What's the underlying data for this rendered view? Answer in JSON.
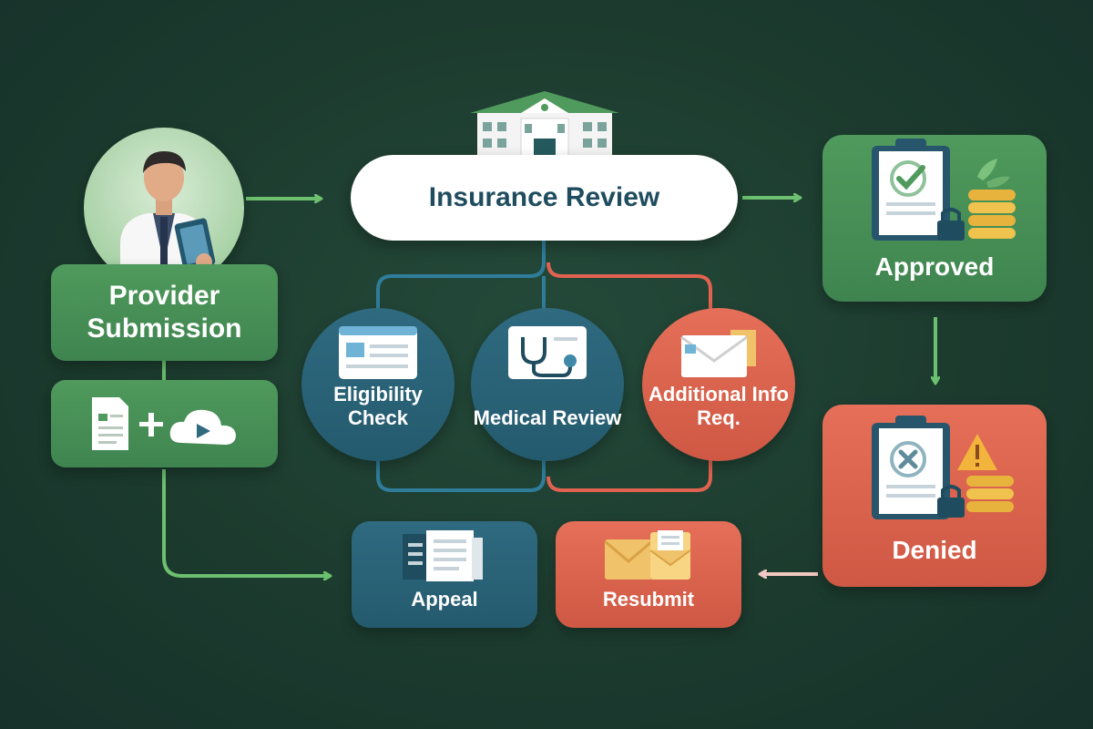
{
  "diagram": {
    "nodes": {
      "provider_submission": {
        "label": "Provider Submission"
      },
      "insurance_review": {
        "label": "Insurance Review"
      },
      "eligibility_check": {
        "label": "Eligibility Check"
      },
      "medical_review": {
        "label": "Medical Review"
      },
      "additional_info": {
        "label": "Additional Info Req."
      },
      "approved": {
        "label": "Approved"
      },
      "denied": {
        "label": "Denied"
      },
      "appeal": {
        "label": "Appeal"
      },
      "resubmit": {
        "label": "Resubmit"
      }
    },
    "edges": [
      {
        "from": "provider_submission",
        "to": "insurance_review"
      },
      {
        "from": "insurance_review",
        "to": "approved"
      },
      {
        "from": "approved",
        "to": "denied"
      },
      {
        "from": "denied",
        "to": "resubmit"
      },
      {
        "from": "provider_submission",
        "to": "appeal"
      },
      {
        "from": "insurance_review",
        "to": "eligibility_check"
      },
      {
        "from": "insurance_review",
        "to": "medical_review"
      },
      {
        "from": "insurance_review",
        "to": "additional_info"
      }
    ],
    "colors": {
      "background": "#1c3b2e",
      "green": "#4a9457",
      "blue": "#2a6478",
      "red": "#dd6550",
      "arrow_green": "#6cc06f",
      "arrow_pink": "#f2c8c2",
      "white": "#ffffff"
    },
    "icons": {
      "provider": "doctor-with-tablet-icon",
      "attachments": "document-plus-cloud-icon",
      "review": "hospital-icon",
      "eligibility": "id-card-icon",
      "medical": "stethoscope-icon",
      "additional": "envelope-icon",
      "approved": "clipboard-check-coins-icon",
      "denied": "clipboard-x-warning-icon",
      "appeal": "documents-icon",
      "resubmit": "envelopes-icon"
    }
  }
}
